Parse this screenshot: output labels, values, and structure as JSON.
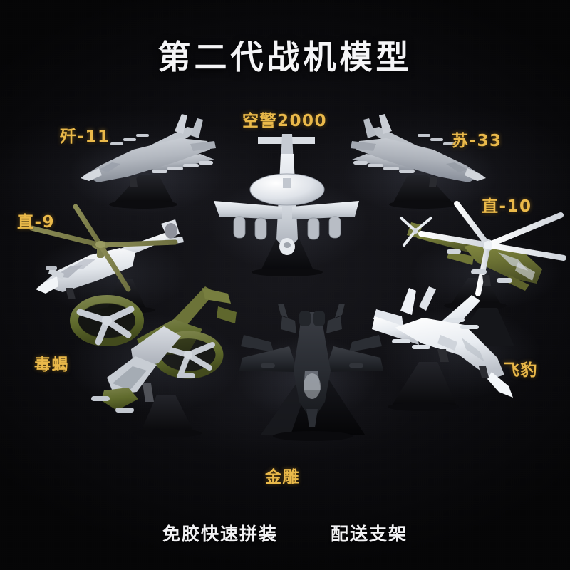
{
  "page": {
    "title": "第二代战机模型",
    "background_color": "#07070a",
    "label_color": "#eab94a",
    "title_color": "#f4f4f6"
  },
  "footnotes": [
    {
      "text": "免胶快速拼装"
    },
    {
      "text": "配送支架"
    }
  ],
  "models": [
    {
      "id": "j11",
      "label": "歼-11",
      "color": "#b9bec6",
      "accent": "#8e949e",
      "stand": "#111114"
    },
    {
      "id": "kj2000",
      "label": "空警2000",
      "color": "#dfe3e9",
      "accent": "#b2b8c2",
      "stand": "#111114"
    },
    {
      "id": "su33",
      "label": "苏-33",
      "color": "#b9bec6",
      "accent": "#8e949e",
      "stand": "#111114"
    },
    {
      "id": "z9",
      "label": "直-9",
      "color": "#eef1f5",
      "accent": "#7e7f4e",
      "stand": "#111114"
    },
    {
      "id": "z10",
      "label": "直-10",
      "color": "#6d7334",
      "accent": "#e9edf2",
      "stand": "#111114"
    },
    {
      "id": "scorpion",
      "label": "毒蝎",
      "color": "#5f6a2c",
      "accent": "#c9cdd4",
      "stand": "#111114"
    },
    {
      "id": "goldeneagle",
      "label": "金雕",
      "color": "#26282d",
      "accent": "#44474e",
      "stand": "#111114"
    },
    {
      "id": "jh7",
      "label": "飞豹",
      "color": "#eef1f6",
      "accent": "#c3c8d0",
      "stand": "#111114"
    }
  ]
}
